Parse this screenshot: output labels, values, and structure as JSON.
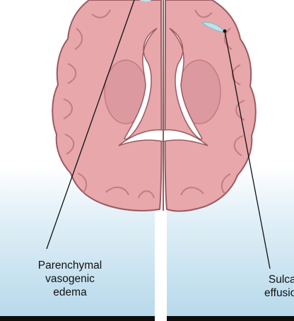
{
  "labels": {
    "left": [
      "Parenchymal",
      "vasogenic",
      "edema"
    ],
    "right": [
      "Sulcal",
      "effusion"
    ]
  },
  "colors": {
    "brain_fill": "#e7a7ab",
    "brain_outline": "#9a5a60",
    "gyri_lines": "#c47b82",
    "ventricle": "#ffffff",
    "panel_top": "#e4f1f8",
    "panel_bottom": "#b7d9eb",
    "leader": "#111111",
    "effusion": "#bfe2ea"
  }
}
